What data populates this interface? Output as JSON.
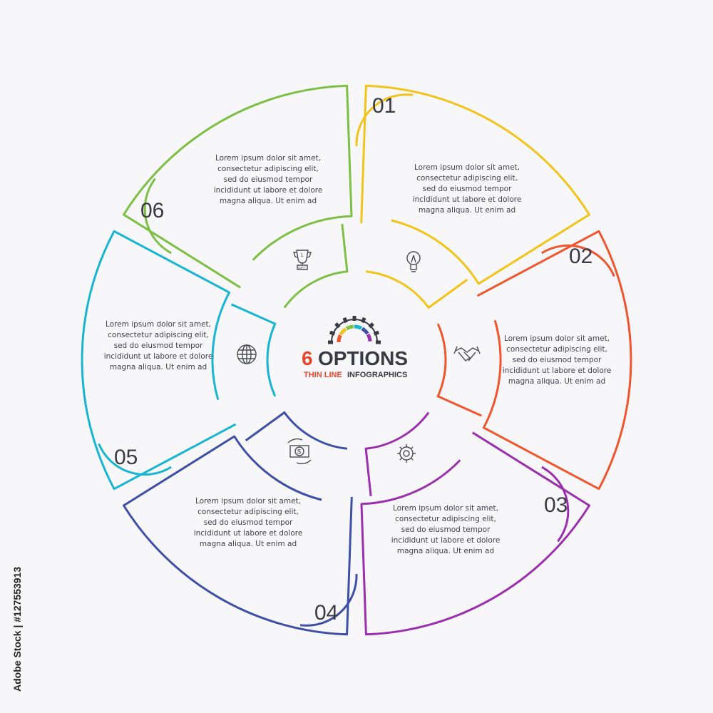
{
  "title": {
    "number": "6",
    "word": "OPTIONS",
    "subtitle_accent": "THIN LINE",
    "subtitle_rest": "INFOGRAPHICS"
  },
  "options": [
    {
      "number": "01",
      "color": "#f2c31b",
      "icon": "lightbulb-icon",
      "text": [
        "Lorem ipsum dolor sit amet,",
        "consectetur adipiscing elit,",
        "sed do eiusmod tempor",
        "incididunt ut labore et dolore",
        "magna aliqua. Ut enim ad"
      ]
    },
    {
      "number": "02",
      "color": "#f2542d",
      "icon": "handshake-icon",
      "text": [
        "Lorem ipsum dolor sit amet,",
        "consectetur adipiscing elit,",
        "sed do eiusmod tempor",
        "incididunt ut labore et dolore",
        "magna aliqua. Ut enim ad"
      ]
    },
    {
      "number": "03",
      "color": "#9b2fae",
      "icon": "gear-icon",
      "text": [
        "Lorem ipsum dolor sit amet,",
        "consectetur adipiscing elit,",
        "sed do eiusmod tempor",
        "incididunt ut labore et dolore",
        "magna aliqua. Ut enim ad"
      ]
    },
    {
      "number": "04",
      "color": "#3d4fa8",
      "icon": "money-icon",
      "text": [
        "Lorem ipsum dolor sit amet,",
        "consectetur adipiscing elit,",
        "sed do eiusmod tempor",
        "incididunt ut labore et dolore",
        "magna aliqua. Ut enim ad"
      ]
    },
    {
      "number": "05",
      "color": "#18b4d4",
      "icon": "globe-icon",
      "text": [
        "Lorem ipsum dolor sit amet,",
        "consectetur adipiscing elit,",
        "sed do eiusmod tempor",
        "incididunt ut labore et dolore",
        "magna aliqua. Ut enim ad"
      ]
    },
    {
      "number": "06",
      "color": "#7dbf44",
      "icon": "trophy-icon",
      "text": [
        "Lorem ipsum dolor sit amet,",
        "consectetur adipiscing elit,",
        "sed do eiusmod tempor",
        "incididunt ut labore et dolore",
        "magna aliqua. Ut enim ad"
      ]
    }
  ],
  "trophy_label": "1",
  "trophy_base": "GIFT",
  "money_symbol": "$",
  "credit": "Adobe Stock | #127553913"
}
